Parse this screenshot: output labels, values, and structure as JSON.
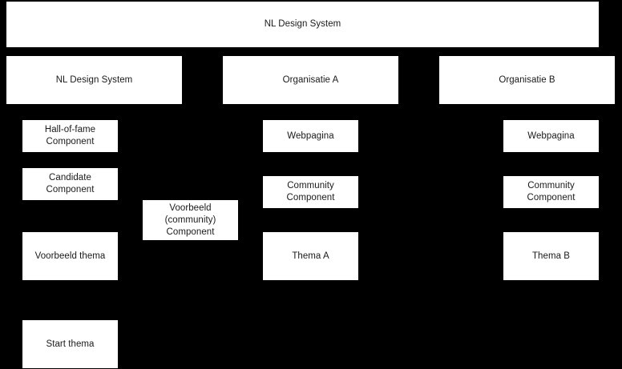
{
  "diagram": {
    "background_color": "#000000",
    "node_fill_color": "#ffffff",
    "node_text_color": "#1a1a1a",
    "root": {
      "label": "NL Design System"
    },
    "lanes": [
      {
        "id": "nl-design-system",
        "label": "NL Design System"
      },
      {
        "id": "organisatie-a",
        "label": "Organisatie A"
      },
      {
        "id": "organisatie-b",
        "label": "Organisatie B"
      }
    ],
    "nodes": {
      "hall_of_fame_component": "Hall-of-fame\nComponent",
      "candidate_component": "Candidate\nComponent",
      "voorbeeld_thema": "Voorbeeld thema",
      "start_thema": "Start thema",
      "voorbeeld_community_component": "Voorbeeld\n(community)\nComponent",
      "webpagina_a": "Webpagina",
      "community_component_a": "Community\nComponent",
      "thema_a": "Thema A",
      "webpagina_b": "Webpagina",
      "community_component_b": "Community\nComponent",
      "thema_b": "Thema B"
    }
  }
}
